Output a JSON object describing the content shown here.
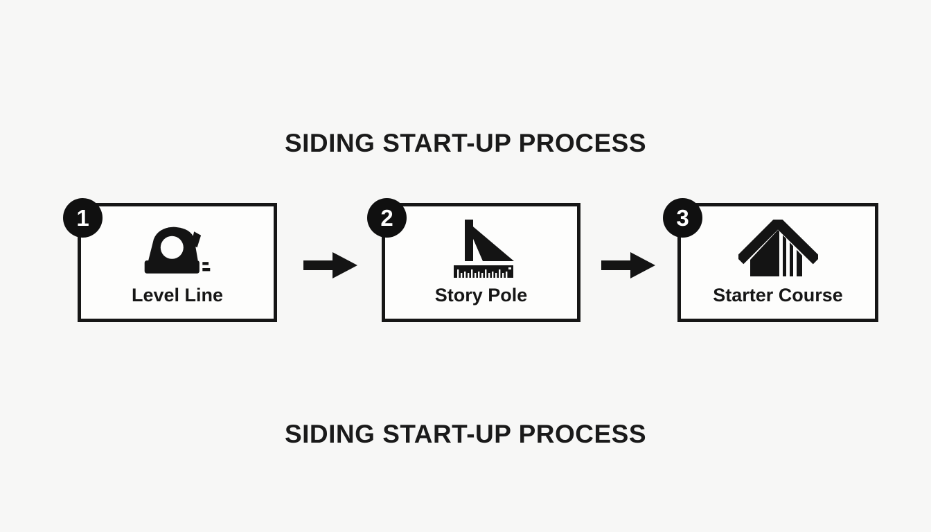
{
  "diagram": {
    "title_top": "SIDING START-UP PROCESS",
    "title_bottom": "SIDING START-UP PROCESS",
    "colors": {
      "background": "#f7f7f6",
      "box_fill": "#fdfdfc",
      "ink": "#141414",
      "badge_fill": "#101010",
      "badge_text": "#ffffff"
    },
    "steps": [
      {
        "number": "1",
        "label": "Level Line",
        "icon": "tape-measure-icon"
      },
      {
        "number": "2",
        "label": "Story Pole",
        "icon": "speed-square-ruler-icon"
      },
      {
        "number": "3",
        "label": "Starter Course",
        "icon": "house-siding-icon"
      }
    ],
    "connectors": [
      {
        "icon": "arrow-right-icon"
      },
      {
        "icon": "arrow-right-icon"
      }
    ]
  }
}
